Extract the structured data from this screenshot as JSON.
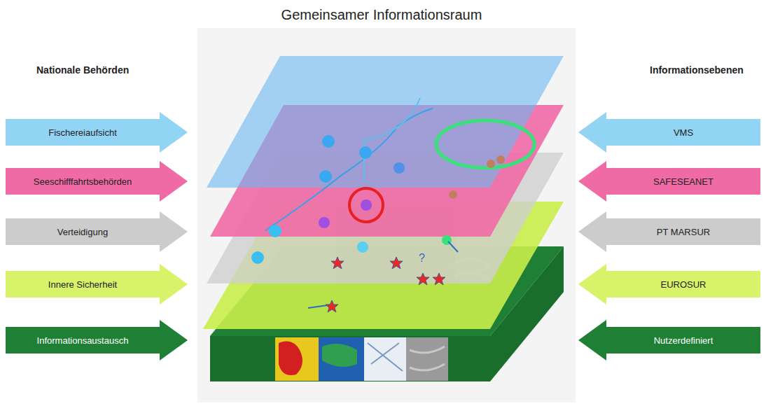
{
  "diagram": {
    "title": "Gemeinsamer Informationsraum",
    "nodes": [
      {
        "text": [
          "Fischereiaufsicht"
        ]
      },
      {
        "text": [
          "Seeschifffahrtsbehörden"
        ]
      },
      {
        "text": [
          "Verteidigung"
        ]
      },
      {
        "text": [
          "Innere Sicherheit"
        ]
      },
      {
        "text": [
          "Informationsaustausch"
        ]
      },
      {
        "text": [
          "VMS"
        ]
      },
      {
        "text": [
          "SAFESEANET"
        ]
      },
      {
        "text": [
          "PT MARSUR"
        ]
      },
      {
        "text": [
          "EUROSUR"
        ]
      },
      {
        "text": [
          "Nutzerdefiniert"
        ]
      }
    ],
    "labels": [
      "Nationale Behörden",
      "Informationsebenen",
      "?"
    ]
  }
}
